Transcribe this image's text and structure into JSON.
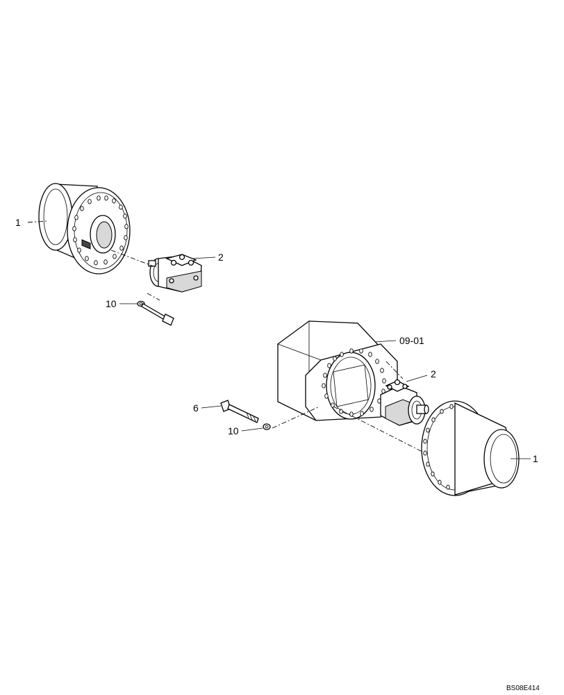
{
  "callouts": {
    "left_final_drive": "1",
    "left_motor": "2",
    "left_washer": "10",
    "housing": "09-01",
    "right_motor": "2",
    "bolt": "6",
    "right_washer": "10",
    "right_final_drive": "1"
  },
  "reference_code": "BS08E414"
}
